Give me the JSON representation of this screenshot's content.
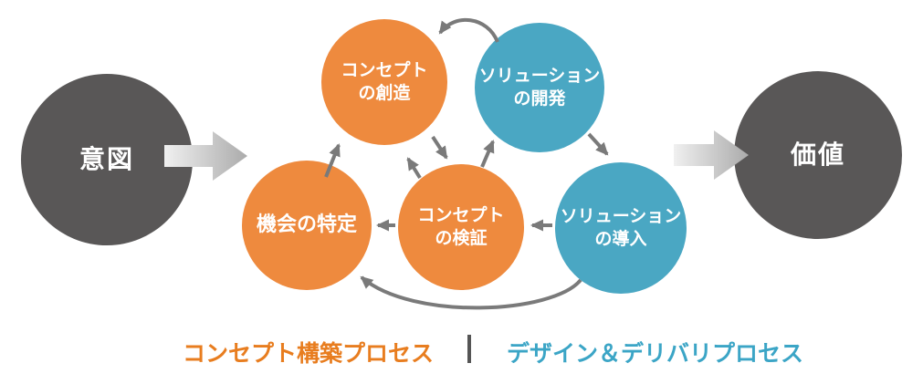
{
  "diagram": {
    "nodes": [
      {
        "id": "intent",
        "lines": [
          "意図"
        ],
        "color": "#595757",
        "text_color": "#ffffff"
      },
      {
        "id": "concept-creation",
        "lines": [
          "コンセプト",
          "の創造"
        ],
        "color": "#EE8A3E",
        "text_color": "#ffffff"
      },
      {
        "id": "solution-development",
        "lines": [
          "ソリューション",
          "の開発"
        ],
        "color": "#4AA7C3",
        "text_color": "#ffffff"
      },
      {
        "id": "opportunity-identification",
        "lines": [
          "機会の特定"
        ],
        "color": "#EE8A3E",
        "text_color": "#ffffff"
      },
      {
        "id": "concept-validation",
        "lines": [
          "コンセプト",
          "の検証"
        ],
        "color": "#EE8A3E",
        "text_color": "#ffffff"
      },
      {
        "id": "solution-implementation",
        "lines": [
          "ソリューション",
          "の導入"
        ],
        "color": "#4AA7C3",
        "text_color": "#ffffff"
      },
      {
        "id": "value",
        "lines": [
          "価値"
        ],
        "color": "#595757",
        "text_color": "#ffffff"
      }
    ],
    "arrows": [
      {
        "from": "solution-development",
        "to": "concept-creation",
        "shape": "top-arc"
      },
      {
        "from": "opportunity-identification",
        "to": "concept-creation",
        "shape": "straight"
      },
      {
        "from": "concept-validation",
        "to": "concept-creation",
        "shape": "straight"
      },
      {
        "from": "concept-creation",
        "to": "concept-validation",
        "shape": "straight"
      },
      {
        "from": "concept-validation",
        "to": "solution-development",
        "shape": "straight"
      },
      {
        "from": "solution-development",
        "to": "solution-implementation",
        "shape": "straight"
      },
      {
        "from": "concept-validation",
        "to": "opportunity-identification",
        "shape": "straight"
      },
      {
        "from": "solution-implementation",
        "to": "concept-validation",
        "shape": "straight"
      },
      {
        "from": "solution-implementation",
        "to": "opportunity-identification",
        "shape": "bottom-arc"
      },
      {
        "from": "intent",
        "to": "process-cluster",
        "shape": "block"
      },
      {
        "from": "process-cluster",
        "to": "value",
        "shape": "block"
      }
    ],
    "arrow_color": "#7a7a7a",
    "block_arrow_gradient": [
      "#f0f0f0",
      "#ababab"
    ]
  },
  "legend": {
    "left_label": "コンセプト構築プロセス",
    "divider": "|",
    "right_label": "デザイン＆デリバリプロセス",
    "left_color": "#E87D1F",
    "right_color": "#3BA5C6",
    "divider_color": "#555555"
  }
}
